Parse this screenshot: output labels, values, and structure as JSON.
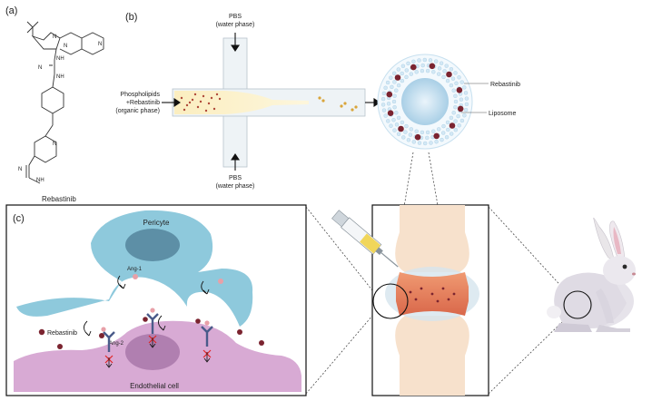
{
  "panels": {
    "a": "(a)",
    "b": "(b)",
    "c": "(c)"
  },
  "panel_a": {
    "compound_name": "Rebastinib",
    "atom_n": "N",
    "atom_nh": "NH"
  },
  "panel_b": {
    "pbs_top_line1": "PBS",
    "pbs_top_line2": "(water phase)",
    "pbs_bottom_line1": "PBS",
    "pbs_bottom_line2": "(water phase)",
    "organic_line1": "Phospholipids",
    "organic_line2": "+Rebastinib",
    "organic_line3": "(organic phase)",
    "rebastinib_label": "Rebastinib",
    "liposome_label": "Liposome"
  },
  "panel_c": {
    "pericyte_label": "Pericyte",
    "ang1_label": "Ang-1",
    "ang2_label": "Ang-2",
    "rebastinib_legend": "Rebastinib",
    "endothelial_label": "Endothelial cell"
  },
  "colors": {
    "pericyte": "#8ec9dc",
    "nucleus_pericyte": "#5d8fa6",
    "endothelial": "#d8aad4",
    "nucleus_endo": "#b07fb0",
    "drug": "#7b2430",
    "receptor": "#4a5b8a",
    "block": "#e02424",
    "organic_phase": "#fbf0c4",
    "channel": "#eef3f6",
    "liposome_core": "#cfe6f4",
    "cartilage": "#e9855c",
    "bone": "#f7e1cc",
    "syringe_fluid": "#f1d65a"
  }
}
